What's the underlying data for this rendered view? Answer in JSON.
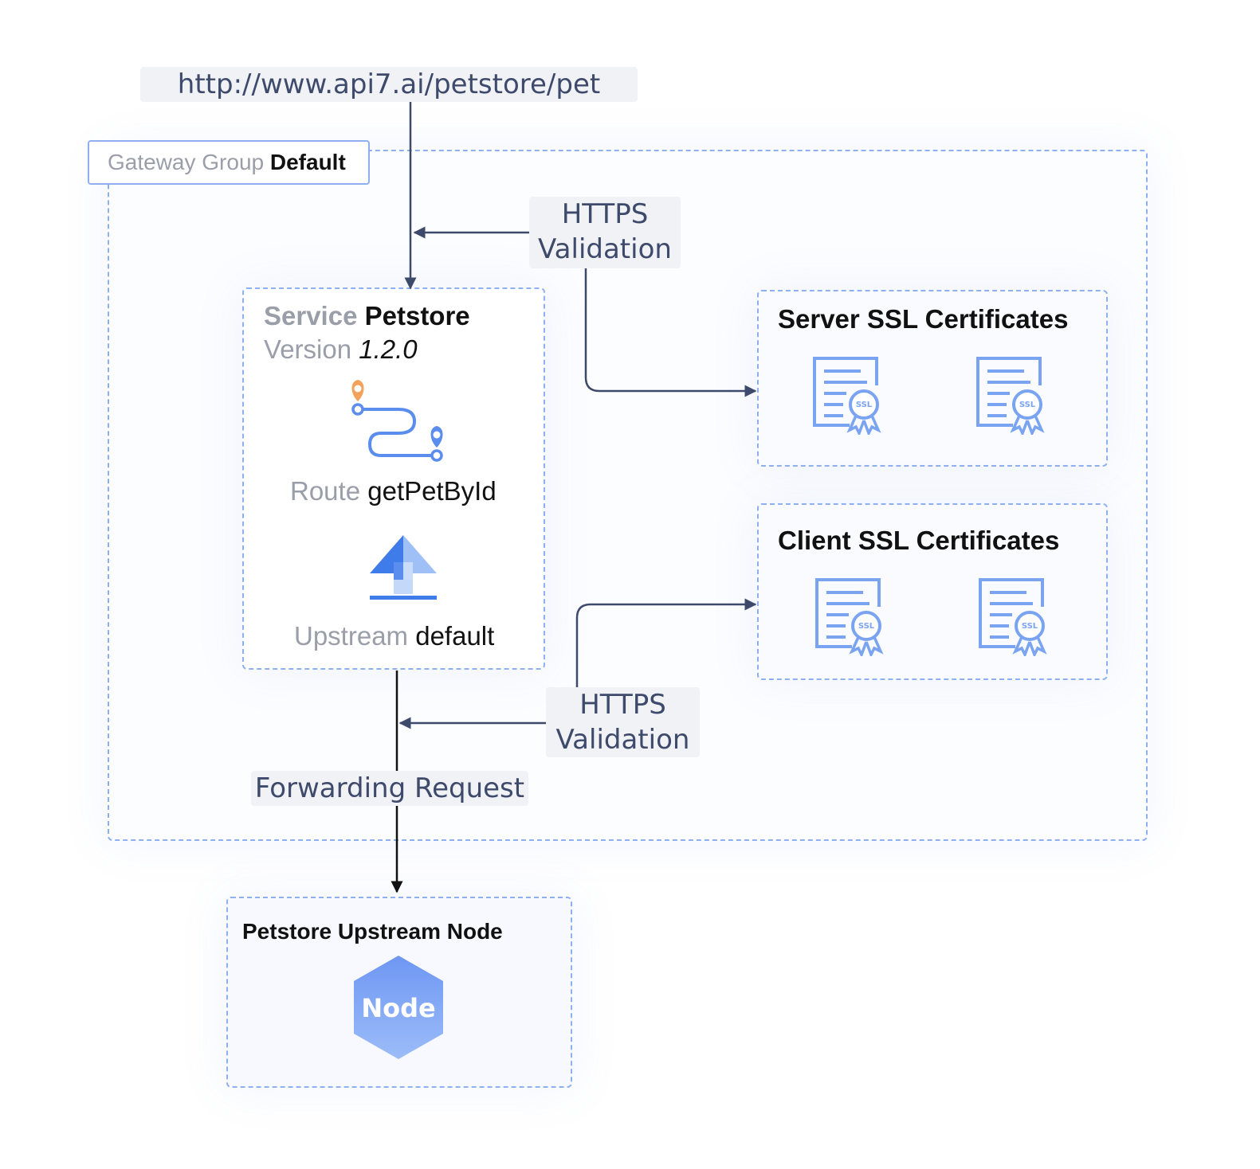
{
  "url": "http://www.api7.ai/petstore/pet",
  "gateway_group": {
    "prefix": "Gateway Group",
    "name": "Default"
  },
  "service": {
    "prefix": "Service",
    "name": "Petstore",
    "version_prefix": "Version",
    "version": "1.2.0",
    "route_prefix": "Route",
    "route": "getPetById",
    "upstream_prefix": "Upstream",
    "upstream": "default"
  },
  "https_top": {
    "line1": "HTTPS",
    "line2": "Validation"
  },
  "https_bottom": {
    "line1": "HTTPS",
    "line2": "Validation"
  },
  "forwarding": "Forwarding Request",
  "server_ssl": {
    "title": "Server SSL Certificates",
    "badge": "SSL"
  },
  "client_ssl": {
    "title": "Client SSL Certificates",
    "badge": "SSL"
  },
  "upstream_node": {
    "title": "Petstore Upstream Node",
    "node_label": "Node"
  },
  "colors": {
    "accent": "#5b8def",
    "dash": "#8fb0f0",
    "arrow": "#3e4a6b",
    "pin": "#f2a25c"
  }
}
